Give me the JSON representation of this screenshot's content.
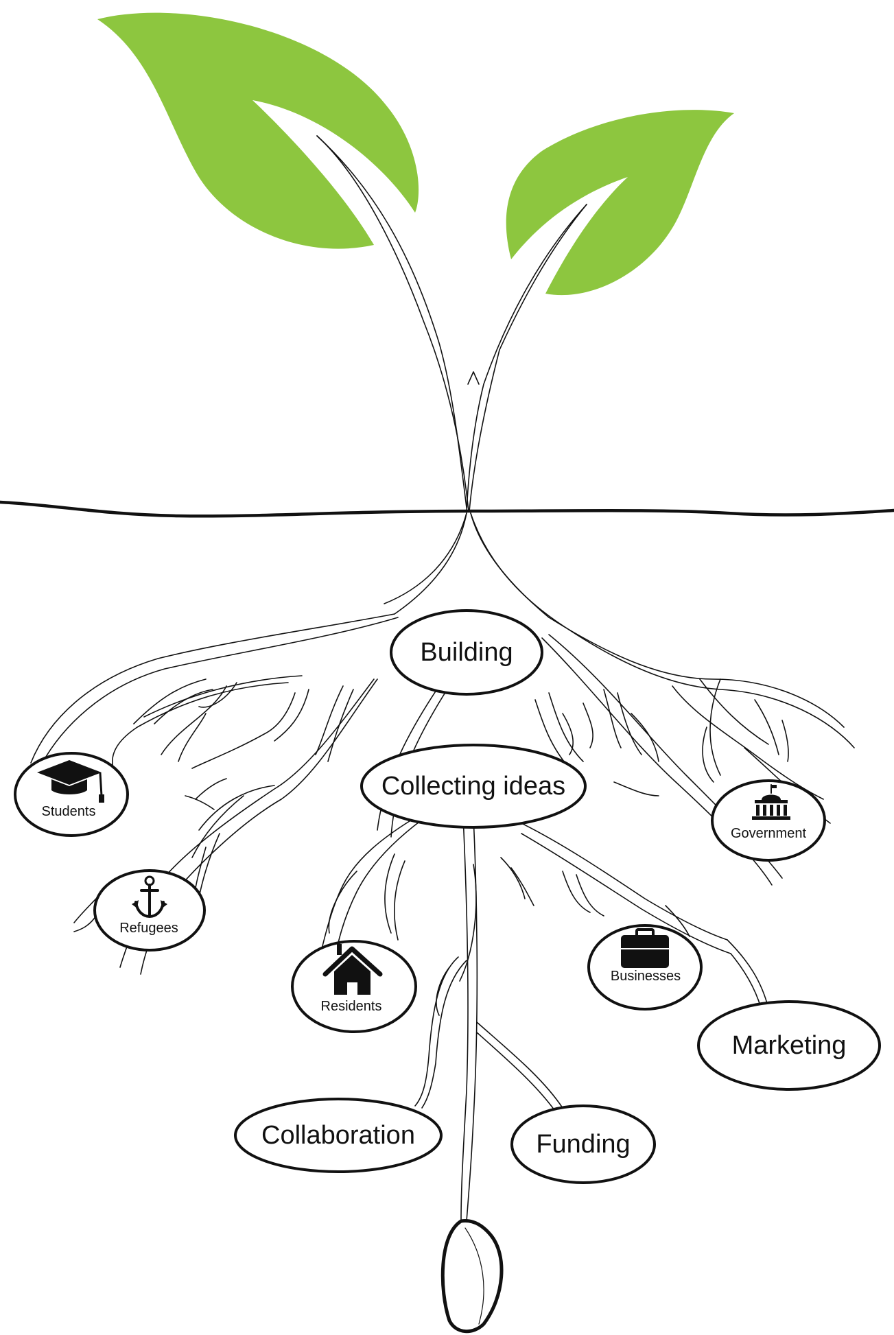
{
  "colors": {
    "leaf": "#8dc63f",
    "line": "#111111",
    "background": "#ffffff"
  },
  "nodes": {
    "building": "Building",
    "collecting_ideas": "Collecting ideas",
    "marketing": "Marketing",
    "collaboration": "Collaboration",
    "funding": "Funding"
  },
  "stakeholders": {
    "students": {
      "label": "Students",
      "icon": "graduation-cap-icon"
    },
    "refugees": {
      "label": "Refugees",
      "icon": "anchor-icon"
    },
    "residents": {
      "label": "Residents",
      "icon": "house-icon"
    },
    "businesses": {
      "label": "Businesses",
      "icon": "briefcase-icon"
    },
    "government": {
      "label": "Government",
      "icon": "government-building-icon"
    }
  }
}
